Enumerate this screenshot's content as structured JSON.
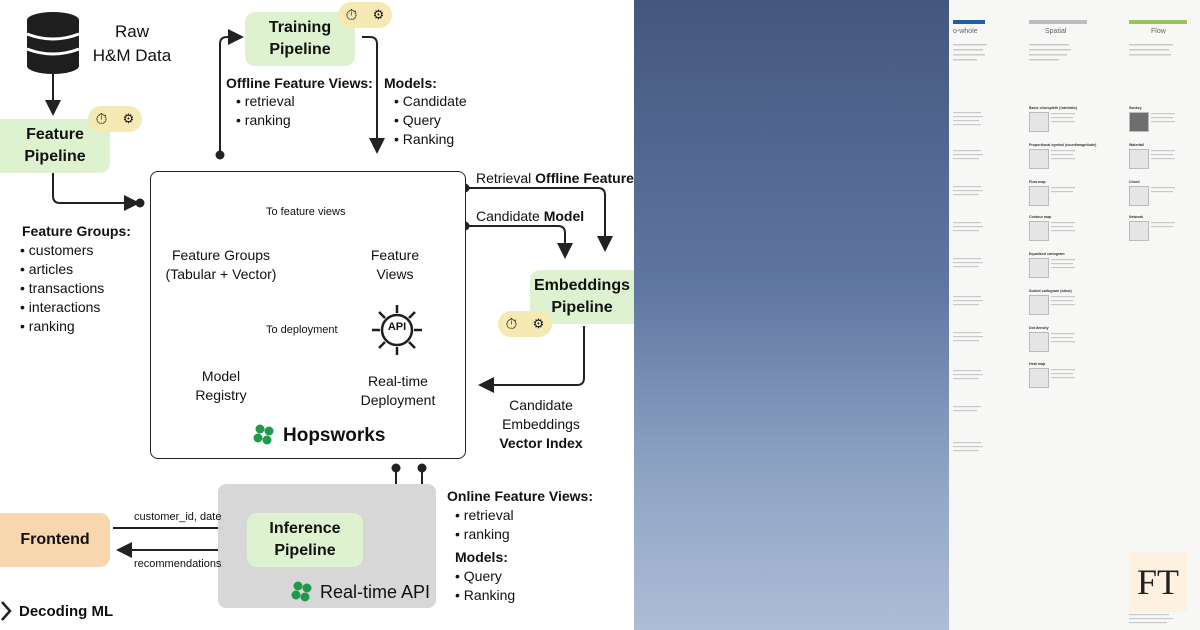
{
  "raw_data": {
    "line1": "Raw",
    "line2": "H&M Data"
  },
  "training": {
    "line1": "Training",
    "line2": "Pipeline"
  },
  "feature_pipeline": {
    "line1": "Feature",
    "line2": "Pipeline"
  },
  "offline_views": {
    "title": "Offline Feature Views:",
    "items": [
      "retrieval",
      "ranking"
    ]
  },
  "models_top": {
    "title": "Models:",
    "items": [
      "Candidate",
      "Query",
      "Ranking"
    ]
  },
  "feature_groups": {
    "title": "Feature Groups:",
    "items": [
      "customers",
      "articles",
      "transactions",
      "interactions",
      "ranking"
    ]
  },
  "hopsworks": {
    "fg_line1": "Feature Groups",
    "fg_line2": "(Tabular + Vector)",
    "to_views": "To feature views",
    "fv_line1": "Feature",
    "fv_line2": "Views",
    "registry_line1": "Model",
    "registry_line2": "Registry",
    "to_deploy": "To deployment",
    "api_label": "API",
    "rt_line1": "Real-time",
    "rt_line2": "Deployment",
    "brand": "Hopsworks"
  },
  "retrieval_label": {
    "normal": "Retrieval ",
    "bold": "Offline Feature Vie"
  },
  "candidate_model": {
    "normal": "Candidate ",
    "bold": "Model"
  },
  "embeddings": {
    "line1": "Embeddings",
    "line2": "Pipeline"
  },
  "candidate_embeddings": {
    "line1": "Candidate Embeddings",
    "line2": "Vector Index"
  },
  "frontend": "Frontend",
  "customer_id": "customer_id, date",
  "recommendations": "recommendations",
  "inference": {
    "line1": "Inference",
    "line2": "Pipeline"
  },
  "realtime_api": "Real-time API",
  "online_views": {
    "title": "Online Feature Views:",
    "items": [
      "retrieval",
      "ranking"
    ]
  },
  "models_bottom": {
    "title": "Models:",
    "items": [
      "Query",
      "Ranking"
    ]
  },
  "decoding_ml": "Decoding ML",
  "poster": {
    "col1": "o-whole",
    "col2": "Spatial",
    "col3": "Flow",
    "section_titles": [
      "Basic choropleth (rate/ratio)",
      "Proportional symbol (count/magnitude)",
      "Flow map",
      "Contour map",
      "Equalised cartogram",
      "Scaled cartogram (value)",
      "Dot density",
      "Heat map",
      "Sankey",
      "Waterfall",
      "Chord",
      "Network"
    ],
    "logo": "FT"
  },
  "colors": {
    "green_box": "#dff2cf",
    "peach_box": "#f8d7ae",
    "timer_tag": "#f5e9b4",
    "api_grey": "#d7d7d7",
    "hopsworks_green": "#1f9a4a",
    "ft_blue": "#1d5fa8",
    "ft_green": "#9bc35a"
  }
}
